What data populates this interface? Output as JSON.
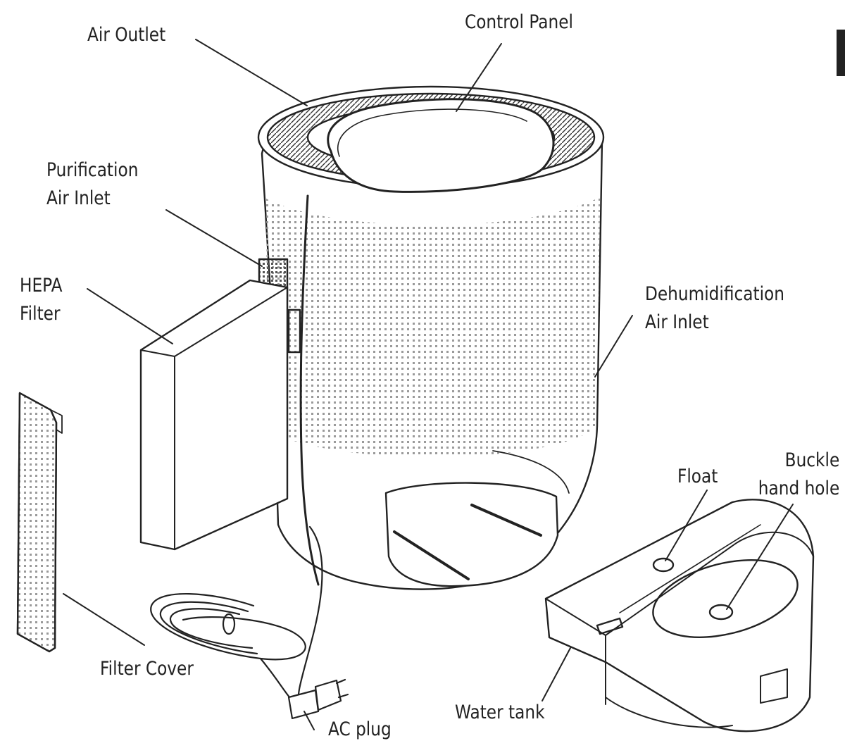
{
  "labels": {
    "air_outlet": "Air Outlet",
    "control_panel": "Control Panel",
    "purification_air_inlet": [
      "Purification",
      "Air Inlet"
    ],
    "hepa_filter": [
      "HEPA",
      "Filter"
    ],
    "dehumidification_air_inlet": [
      "Dehumidification",
      "Air Inlet"
    ],
    "float": "Float",
    "buckle_hand_hole": [
      "Buckle",
      "hand hole"
    ],
    "filter_cover": "Filter Cover",
    "water_tank": "Water tank",
    "ac_plug": "AC plug"
  },
  "colors": {
    "ink": "#222222",
    "background": "#ffffff"
  }
}
